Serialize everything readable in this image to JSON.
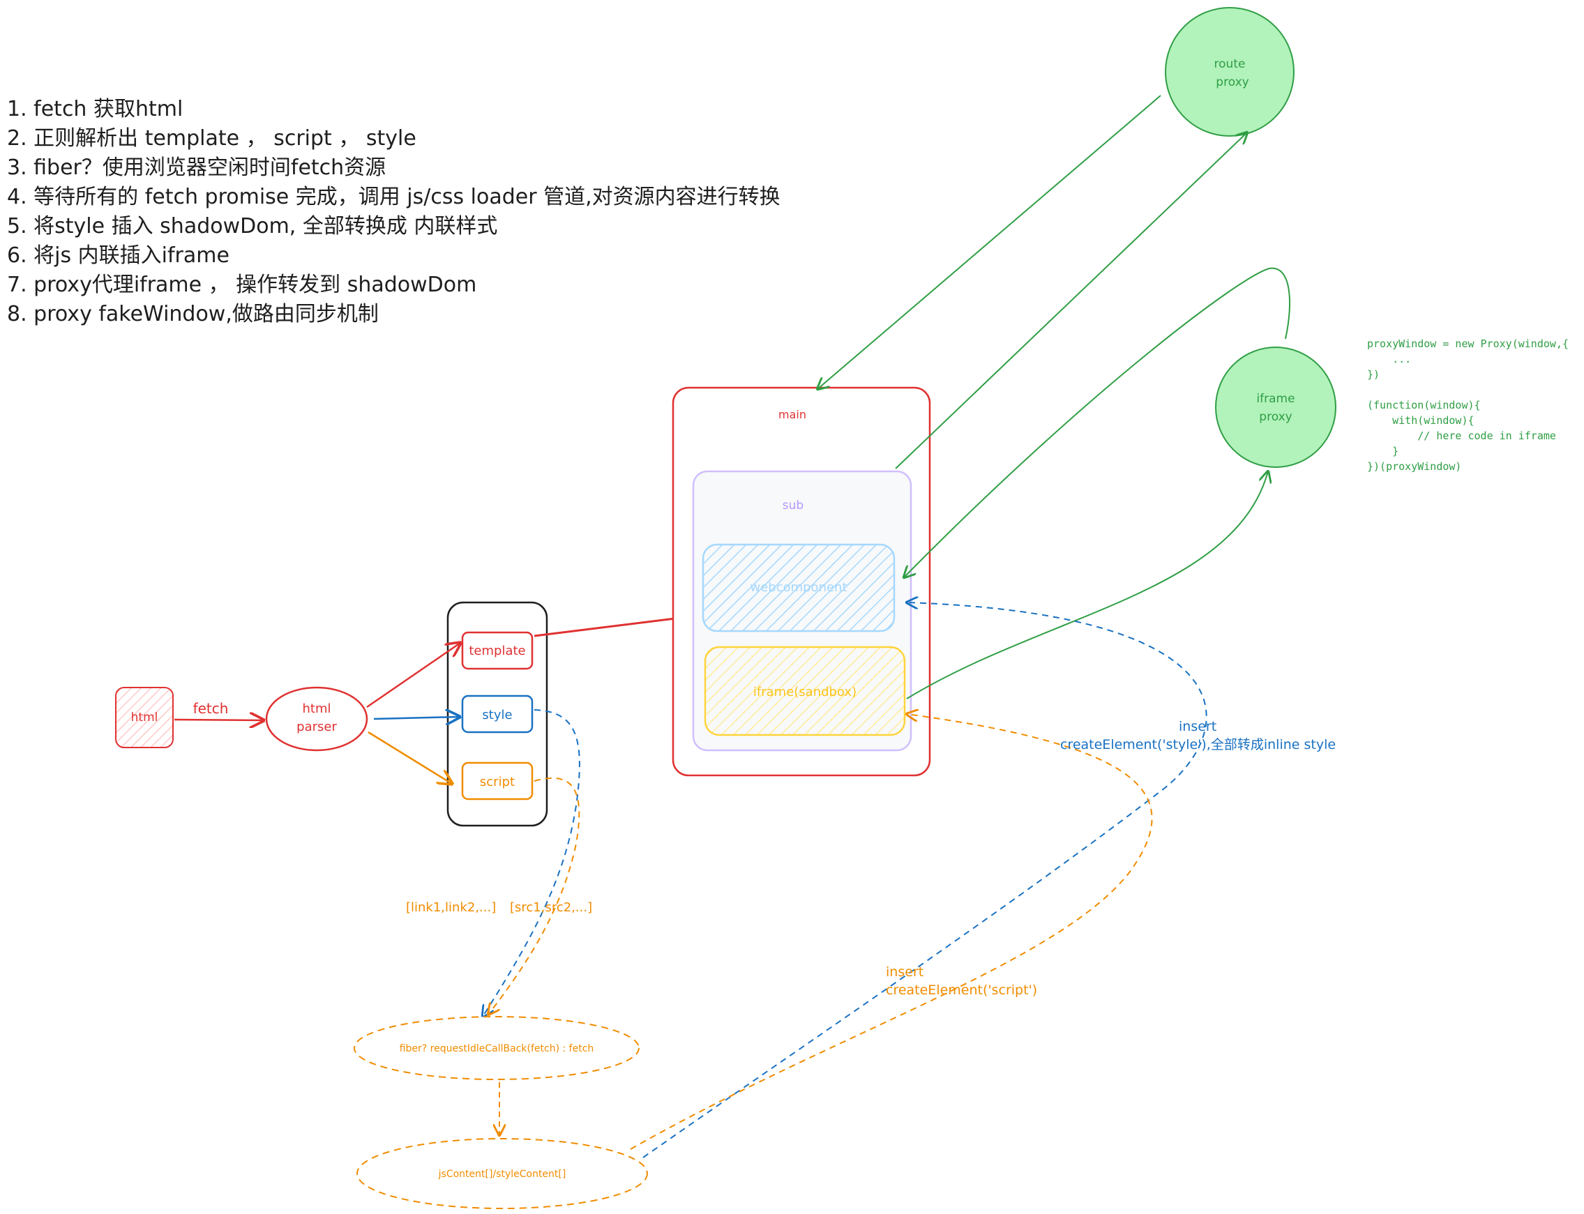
{
  "steps": [
    "1. fetch 获取html",
    "2. 正则解析出 template ， script ， style",
    "3. fiber？使用浏览器空闲时间fetch资源",
    "4. 等待所有的 fetch promise 完成，调用 js/css loader 管道,对资源内容进行转换",
    "5. 将style 插入 shadowDom, 全部转换成 内联样式",
    "6. 将js 内联插入iframe",
    "7. proxy代理iframe ， 操作转发到 shadowDom",
    "8. proxy fakeWindow,做路由同步机制"
  ],
  "nodes": {
    "html": "html",
    "fetch_label": "fetch",
    "parser_line1": "html",
    "parser_line2": "parser",
    "template": "template",
    "style": "style",
    "script": "script",
    "main": "main",
    "sub": "sub",
    "webcomponent": "webcomponent",
    "iframe_sandbox": "iframe(sandbox)",
    "route_proxy_line1": "route",
    "route_proxy_line2": "proxy",
    "iframe_proxy_line1": "iframe",
    "iframe_proxy_line2": "proxy",
    "fiber": "fiber? requestIdleCallBack(fetch) : fetch",
    "content": "jsContent[]/styleContent[]"
  },
  "labels": {
    "links": "[link1,link2,...]",
    "srcs": "[src1,src2,...]",
    "insert_style_1": "insert",
    "insert_style_2": "createElement('style'),全部转成inline style",
    "insert_script_1": "insert",
    "insert_script_2": "createElement('script')"
  },
  "code": [
    "proxyWindow = new Proxy(window,{",
    "    ...",
    "})",
    "",
    "(function(window){",
    "    with(window){",
    "        // here code in iframe",
    "    }",
    "})(proxyWindow)"
  ],
  "colors": {
    "red": "#e03131",
    "blue": "#1971c2",
    "orange": "#f08c00",
    "green": "#2f9e44",
    "green_fill": "#b2f2bb",
    "purple": "#d0bfff",
    "light_blue": "#a5d8ff",
    "yellow": "#ffd43b",
    "black": "#1e1e1e"
  }
}
